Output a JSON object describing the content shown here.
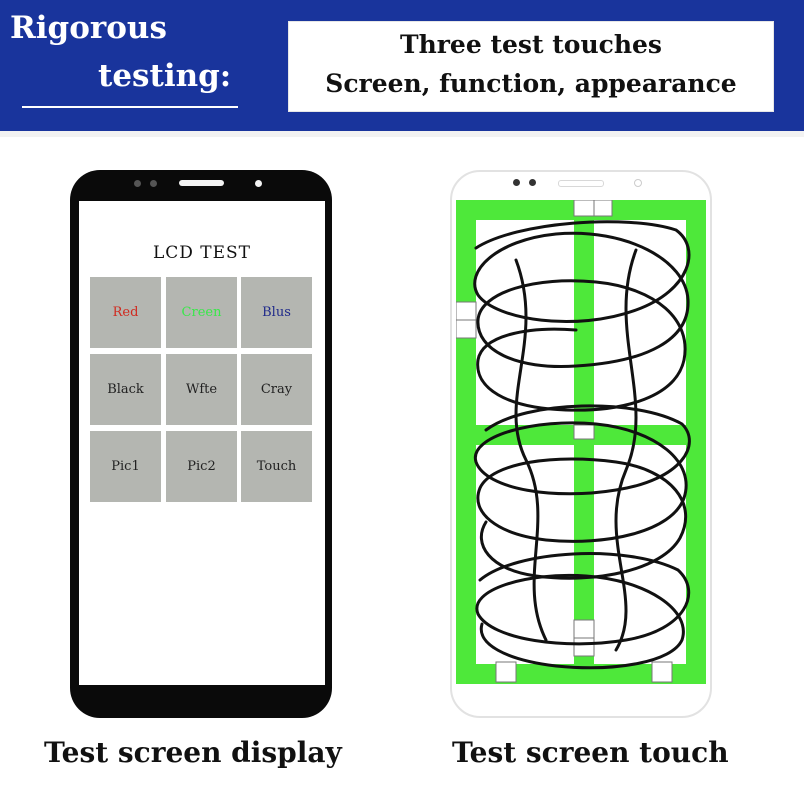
{
  "banner": {
    "line1": "Rigorous",
    "line2": "testing:",
    "headline1": "Three test touches",
    "headline2": "Screen, function, appearance",
    "background": "#19349c"
  },
  "lcd_test": {
    "title": "LCD  TEST",
    "tiles": [
      {
        "label": "Red",
        "color": "#d02a1f"
      },
      {
        "label": "Creen",
        "color": "#39e84a"
      },
      {
        "label": "Blus",
        "color": "#1f2a8a"
      },
      {
        "label": "Black",
        "color": "#222222"
      },
      {
        "label": "Wfte",
        "color": "#222222"
      },
      {
        "label": "Cray",
        "color": "#222222"
      },
      {
        "label": "Pic1",
        "color": "#222222"
      },
      {
        "label": "Pic2",
        "color": "#222222"
      },
      {
        "label": "Touch",
        "color": "#222222"
      }
    ],
    "tile_color": "#b4b6b1"
  },
  "touch_test": {
    "grid_color": "#4ee83a"
  },
  "captions": {
    "left": "Test screen display",
    "right": "Test screen touch"
  }
}
